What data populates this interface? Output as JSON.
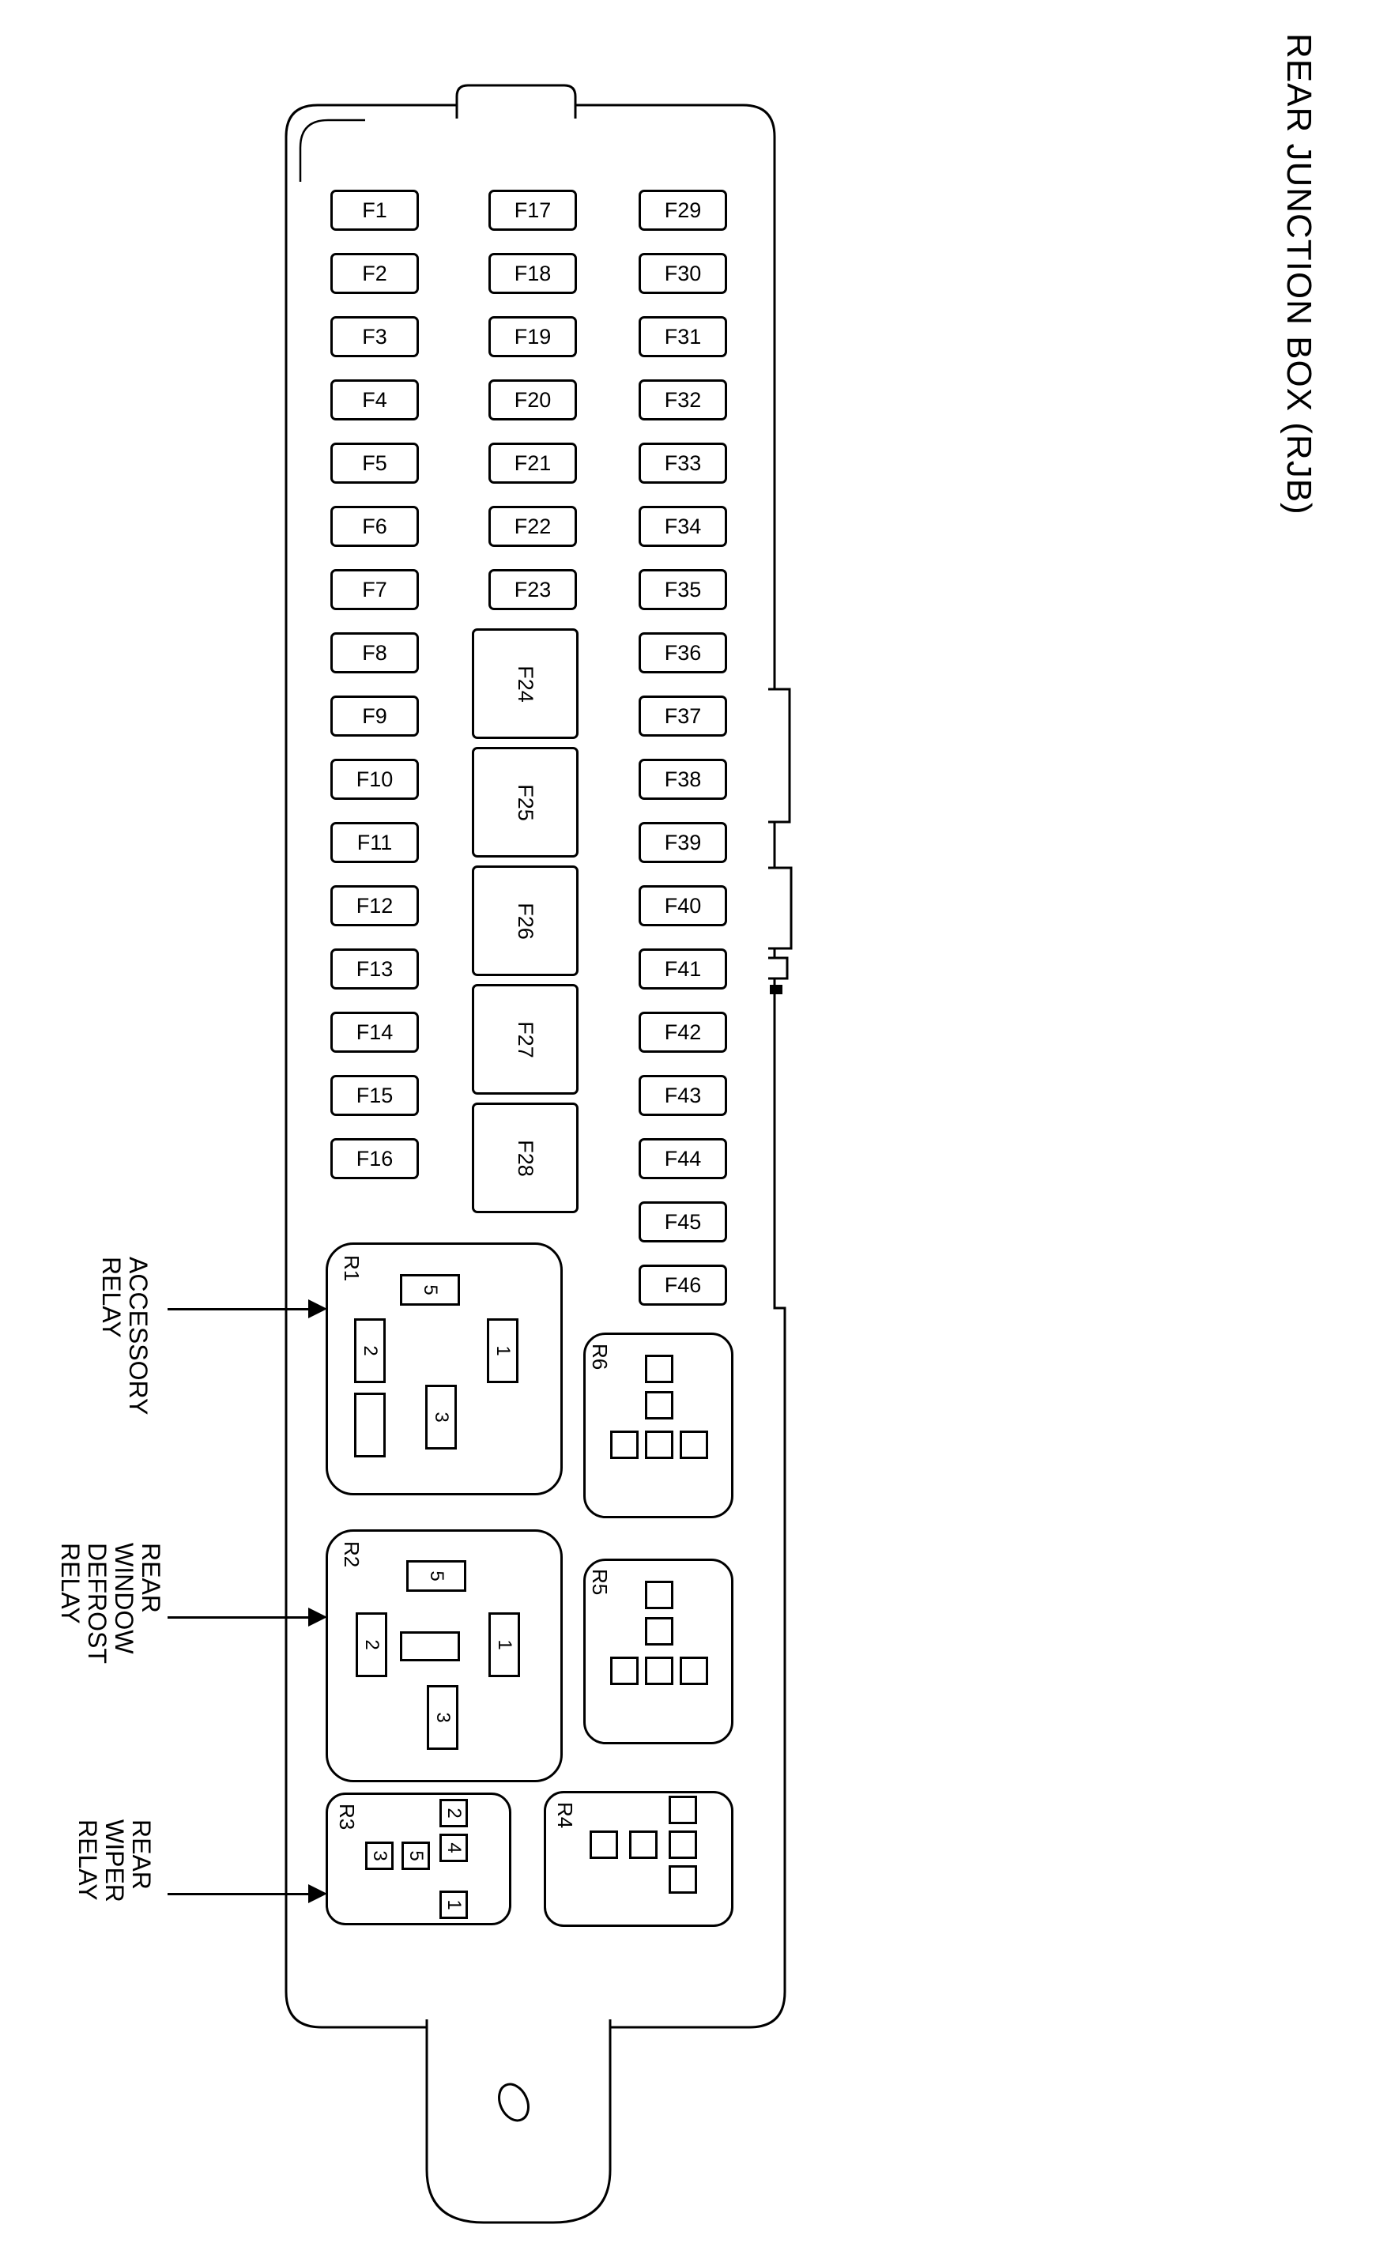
{
  "title": "REAR JUNCTION BOX (RJB)",
  "fuse_columns": {
    "col1": [
      "F1",
      "F2",
      "F3",
      "F4",
      "F5",
      "F6",
      "F7",
      "F8",
      "F9",
      "F10",
      "F11",
      "F12",
      "F13",
      "F14",
      "F15",
      "F16"
    ],
    "col2_small": [
      "F17",
      "F18",
      "F19",
      "F20",
      "F21",
      "F22",
      "F23"
    ],
    "col2_large": [
      "F24",
      "F25",
      "F26",
      "F27",
      "F28"
    ],
    "col3": [
      "F29",
      "F30",
      "F31",
      "F32",
      "F33",
      "F34",
      "F35",
      "F36",
      "F37",
      "F38",
      "F39",
      "F40",
      "F41",
      "F42",
      "F43",
      "F44",
      "F45",
      "F46"
    ]
  },
  "relays": [
    {
      "id": "R1",
      "pins": [
        "5",
        "2",
        "",
        "1",
        "3"
      ]
    },
    {
      "id": "R2",
      "pins": [
        "5",
        "2",
        "",
        "1",
        "3"
      ]
    },
    {
      "id": "R3",
      "pins": [
        "3",
        "5",
        "2",
        "4",
        "1"
      ]
    },
    {
      "id": "R4",
      "pins": [
        "",
        "",
        "",
        "",
        ""
      ]
    },
    {
      "id": "R5",
      "pins": [
        "",
        "",
        "",
        "",
        ""
      ]
    },
    {
      "id": "R6",
      "pins": [
        "",
        "",
        "",
        "",
        ""
      ]
    }
  ],
  "callouts": [
    {
      "lines": [
        "ACCESSORY",
        "RELAY"
      ]
    },
    {
      "lines": [
        "REAR",
        "WINDOW",
        "DEFROST",
        "RELAY"
      ]
    },
    {
      "lines": [
        "REAR",
        "WIPER",
        "RELAY"
      ]
    }
  ],
  "colors": {
    "line": "#000000",
    "background": "#ffffff"
  }
}
